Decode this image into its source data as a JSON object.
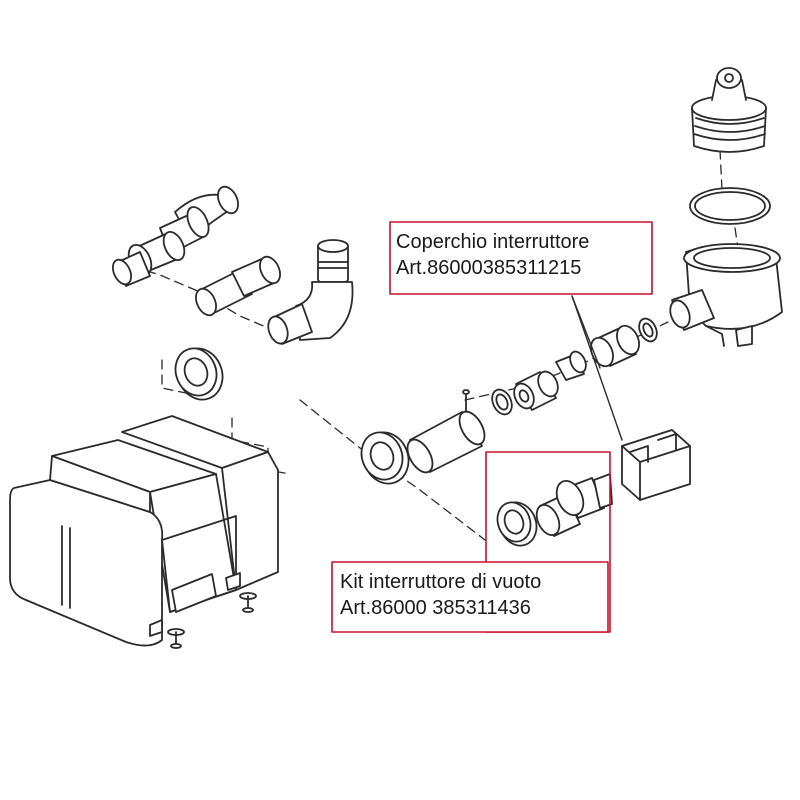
{
  "callouts": {
    "switch_cover": {
      "name": "Coperchio interruttore",
      "article": "Art.86000385311215"
    },
    "vacuum_switch_kit": {
      "name": "Kit interruttore di vuoto",
      "article": "Art.86000 385311436"
    }
  },
  "colors": {
    "line_art": "#2b2b2b",
    "callout_border": "#c8102e",
    "text": "#1a1a1a",
    "background": "#ffffff"
  }
}
